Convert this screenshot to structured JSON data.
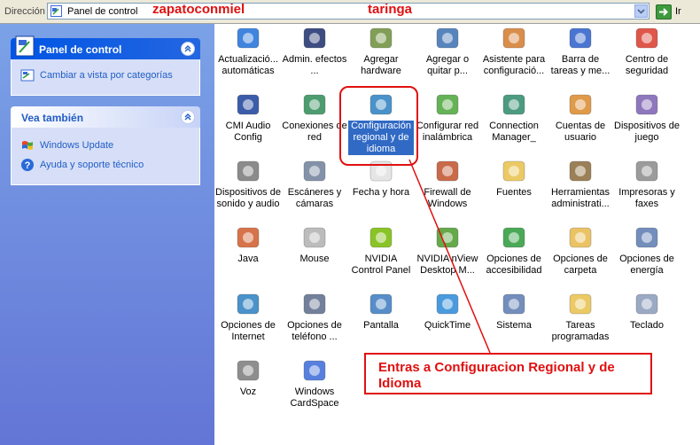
{
  "address": {
    "label": "Dirección",
    "value": "Panel de control",
    "go_label": "Ir"
  },
  "overlay_texts": [
    "zapatoconmiel",
    "taringa"
  ],
  "sidebar": {
    "panel1": {
      "title": "Panel de control",
      "links": [
        "Cambiar a vista por categorías"
      ]
    },
    "panel2": {
      "title": "Vea también",
      "links": [
        "Windows Update",
        "Ayuda y soporte técnico"
      ]
    }
  },
  "items": [
    {
      "label": "Actualizació... automáticas",
      "icon": "windows-flag-icon",
      "color": "#1e6fd8"
    },
    {
      "label": "Admin. efectos ...",
      "icon": "sound-effects-icon",
      "color": "#1b2d6b"
    },
    {
      "label": "Agregar hardware",
      "icon": "hardware-icon",
      "color": "#6b8e3a"
    },
    {
      "label": "Agregar o quitar p...",
      "icon": "add-remove-programs-icon",
      "color": "#3a6fb0"
    },
    {
      "label": "Asistente para configuració...",
      "icon": "house-network-icon",
      "color": "#d27a2c"
    },
    {
      "label": "Barra de tareas y me...",
      "icon": "taskbar-icon",
      "color": "#2a5ec9"
    },
    {
      "label": "Centro de seguridad",
      "icon": "security-shield-icon",
      "color": "#d93a2a"
    },
    {
      "label": "CMI Audio Config",
      "icon": "audio-config-icon",
      "color": "#1a3f9a"
    },
    {
      "label": "Conexiones de red",
      "icon": "network-globe-icon",
      "color": "#2e8b57"
    },
    {
      "label": "Configuración regional y de idioma",
      "icon": "regional-globe-icon",
      "color": "#2a7fc0",
      "selected": true
    },
    {
      "label": "Configurar red inalámbrica",
      "icon": "wireless-icon",
      "color": "#4aa43a"
    },
    {
      "label": "Connection Manager_",
      "icon": "connection-manager-icon",
      "color": "#2d8a6a"
    },
    {
      "label": "Cuentas de usuario",
      "icon": "users-icon",
      "color": "#d9882a"
    },
    {
      "label": "Dispositivos de juego",
      "icon": "gamepad-icon",
      "color": "#7a5fb0"
    },
    {
      "label": "Dispositivos de sonido y audio",
      "icon": "speaker-icon",
      "color": "#777777"
    },
    {
      "label": "Escáneres y cámaras",
      "icon": "camera-icon",
      "color": "#6f7f9a"
    },
    {
      "label": "Fecha y hora",
      "icon": "clock-icon",
      "color": "#e0e0e0"
    },
    {
      "label": "Firewall de Windows",
      "icon": "firewall-icon",
      "color": "#c0502a"
    },
    {
      "label": "Fuentes",
      "icon": "fonts-folder-icon",
      "color": "#e8c14a"
    },
    {
      "label": "Herramientas administrati...",
      "icon": "admin-tools-icon",
      "color": "#8a6a3a"
    },
    {
      "label": "Impresoras y faxes",
      "icon": "printer-icon",
      "color": "#8a8a8a"
    },
    {
      "label": "Java",
      "icon": "java-icon",
      "color": "#d05a2a"
    },
    {
      "label": "Mouse",
      "icon": "mouse-icon",
      "color": "#b0b0b0"
    },
    {
      "label": "NVIDIA Control Panel",
      "icon": "nvidia-icon",
      "color": "#76b900"
    },
    {
      "label": "NVIDIA nView Desktop M...",
      "icon": "nview-icon",
      "color": "#4a9a2a"
    },
    {
      "label": "Opciones de accesibilidad",
      "icon": "accessibility-icon",
      "color": "#2a9a3a"
    },
    {
      "label": "Opciones de carpeta",
      "icon": "folder-options-icon",
      "color": "#e8b84a"
    },
    {
      "label": "Opciones de energía",
      "icon": "power-icon",
      "color": "#5a7ab0"
    },
    {
      "label": "Opciones de Internet",
      "icon": "internet-globe-icon",
      "color": "#2a7fc0"
    },
    {
      "label": "Opciones de teléfono ...",
      "icon": "phone-icon",
      "color": "#5a6a8a"
    },
    {
      "label": "Pantalla",
      "icon": "display-icon",
      "color": "#3a7ac0"
    },
    {
      "label": "QuickTime",
      "icon": "quicktime-icon",
      "color": "#2a8ad8"
    },
    {
      "label": "Sistema",
      "icon": "system-icon",
      "color": "#5a7ab0"
    },
    {
      "label": "Tareas programadas",
      "icon": "scheduled-tasks-icon",
      "color": "#e8c14a"
    },
    {
      "label": "Teclado",
      "icon": "keyboard-icon",
      "color": "#8a9aba"
    },
    {
      "label": "Voz",
      "icon": "microphone-icon",
      "color": "#7a7a7a"
    },
    {
      "label": "Windows CardSpace",
      "icon": "cardspace-icon",
      "color": "#3a6ad8"
    }
  ],
  "annotation": {
    "text": "Entras a Configuracion Regional y de Idioma",
    "color": "#e01010"
  }
}
